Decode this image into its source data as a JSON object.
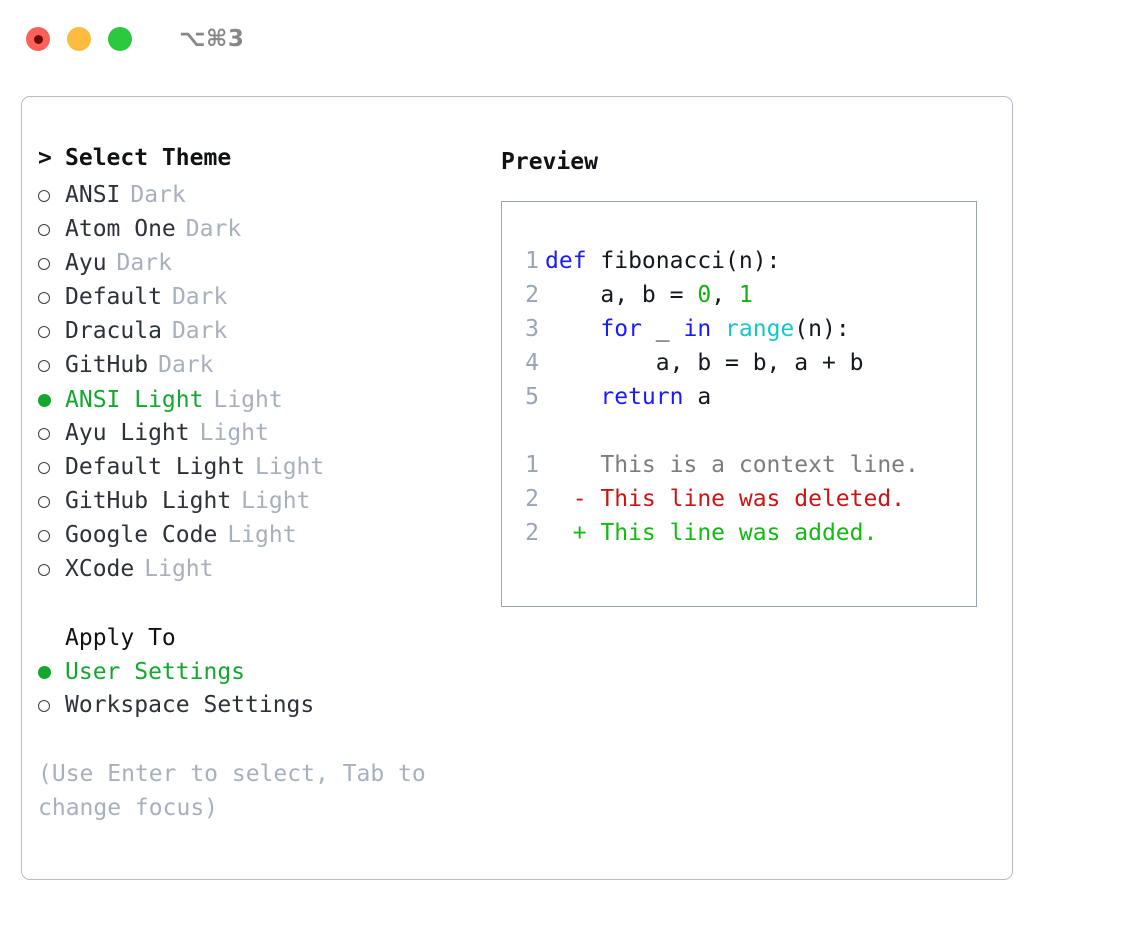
{
  "titlebar": {
    "shortcut": "⌥⌘3",
    "buttons": [
      {
        "name": "close",
        "color": "#fc6058"
      },
      {
        "name": "minimize",
        "color": "#fdbc40"
      },
      {
        "name": "maximize",
        "color": "#2bc840"
      }
    ]
  },
  "theme_selector": {
    "caret": ">",
    "title": "Select Theme",
    "items": [
      {
        "name": "ANSI",
        "variant": "Dark",
        "selected": false
      },
      {
        "name": "Atom One",
        "variant": "Dark",
        "selected": false
      },
      {
        "name": "Ayu",
        "variant": "Dark",
        "selected": false
      },
      {
        "name": "Default",
        "variant": "Dark",
        "selected": false
      },
      {
        "name": "Dracula",
        "variant": "Dark",
        "selected": false
      },
      {
        "name": "GitHub",
        "variant": "Dark",
        "selected": false
      },
      {
        "name": "ANSI Light",
        "variant": "Light",
        "selected": true
      },
      {
        "name": "Ayu Light",
        "variant": "Light",
        "selected": false
      },
      {
        "name": "Default Light",
        "variant": "Light",
        "selected": false
      },
      {
        "name": "GitHub Light",
        "variant": "Light",
        "selected": false
      },
      {
        "name": "Google Code",
        "variant": "Light",
        "selected": false
      },
      {
        "name": "XCode",
        "variant": "Light",
        "selected": false
      }
    ]
  },
  "apply_to": {
    "title": "Apply To",
    "options": [
      {
        "label": "User Settings",
        "selected": true
      },
      {
        "label": "Workspace Settings",
        "selected": false
      }
    ]
  },
  "hint": "(Use Enter to select, Tab to change focus)",
  "preview": {
    "title": "Preview",
    "code_lines": [
      {
        "number": "1",
        "tokens": [
          {
            "t": "def ",
            "c": "kw"
          },
          {
            "t": "fibonacci(n):",
            "c": "plain"
          }
        ]
      },
      {
        "number": "2",
        "tokens": [
          {
            "t": "    a, b = ",
            "c": "plain"
          },
          {
            "t": "0",
            "c": "num"
          },
          {
            "t": ", ",
            "c": "plain"
          },
          {
            "t": "1",
            "c": "num"
          }
        ]
      },
      {
        "number": "3",
        "tokens": [
          {
            "t": "    ",
            "c": "plain"
          },
          {
            "t": "for",
            "c": "kw"
          },
          {
            "t": " _ ",
            "c": "plain"
          },
          {
            "t": "in",
            "c": "kw"
          },
          {
            "t": " ",
            "c": "plain"
          },
          {
            "t": "range",
            "c": "fn"
          },
          {
            "t": "(n):",
            "c": "plain"
          }
        ]
      },
      {
        "number": "4",
        "tokens": [
          {
            "t": "        a, b = b, a + b",
            "c": "plain"
          }
        ]
      },
      {
        "number": "5",
        "tokens": [
          {
            "t": "    ",
            "c": "plain"
          },
          {
            "t": "return",
            "c": "kw"
          },
          {
            "t": " a",
            "c": "plain"
          }
        ]
      }
    ],
    "diff_lines": [
      {
        "number": "1",
        "marker": "  ",
        "text": "This is a context line.",
        "kind": "context"
      },
      {
        "number": "2",
        "marker": "- ",
        "text": "This line was deleted.",
        "kind": "deleted"
      },
      {
        "number": "2",
        "marker": "+ ",
        "text": "This line was added.",
        "kind": "added"
      }
    ]
  },
  "colors": {
    "accent_green": "#13a72e",
    "muted": "#a8b0bd",
    "keyword_blue": "#1a1aff",
    "function_cyan": "#17c7c7",
    "number_green": "#12b012",
    "diff_deleted": "#cc1414",
    "diff_added": "#11bb11",
    "panel_border": "#9aa4b4",
    "card_border": "#b6bdc9"
  }
}
